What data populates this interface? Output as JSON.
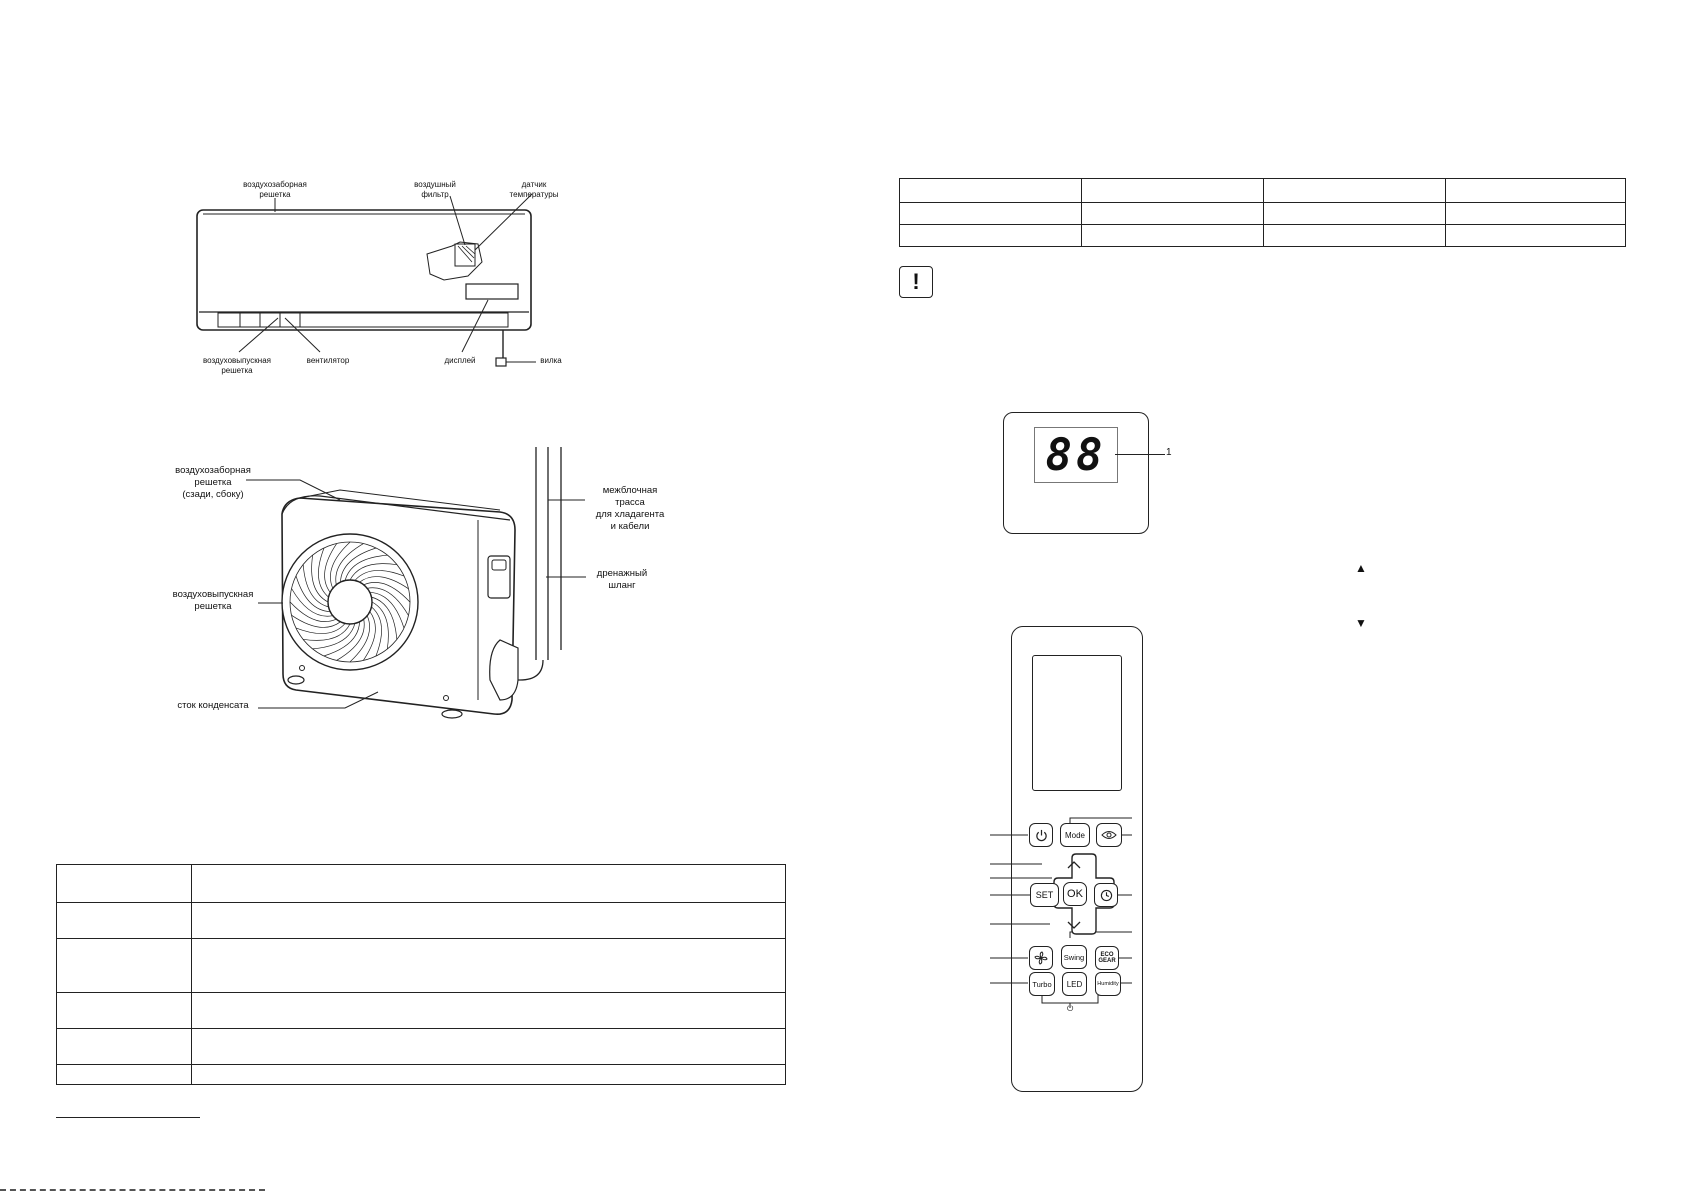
{
  "indoor_unit": {
    "intake_grille": "воздухозаборная решетка",
    "air_filter": "воздушный фильтр",
    "temp_sensor": "датчик температуры",
    "outlet_grille": "воздуховыпускная решетка",
    "fan": "вентилятор",
    "display": "дисплей",
    "plug": "вилка"
  },
  "outdoor_unit": {
    "intake_grille_line1": "воздухозаборная",
    "intake_grille_line2": "решетка",
    "intake_grille_line3": "(сзади, сбоку)",
    "outlet_grille_line1": "воздуховыпускная",
    "outlet_grille_line2": "решетка",
    "condensate": "сток конденсата",
    "interunit_line1": "межблочная",
    "interunit_line2": "трасса",
    "interunit_line3": "для хладагента",
    "interunit_line4": "и кабели",
    "drain_line1": "дренажный",
    "drain_line2": "шланг"
  },
  "display_panel": {
    "digits": "88",
    "callout": "1"
  },
  "arrows": {
    "up": "▲",
    "down": "▼"
  },
  "warning_icon": "!",
  "remote": {
    "mode": "Mode",
    "set": "SET",
    "ok": "OK",
    "swing": "Swing",
    "eco_line1": "ECO",
    "eco_line2": "GEAR",
    "turbo": "Turbo",
    "led": "LED",
    "humidity": "Humidity"
  },
  "icons": {
    "power": "power-icon",
    "eye": "eye-icon",
    "clock": "clock-icon",
    "fan": "fan-icon",
    "up": "chevron-up-icon",
    "down": "chevron-down-icon"
  }
}
